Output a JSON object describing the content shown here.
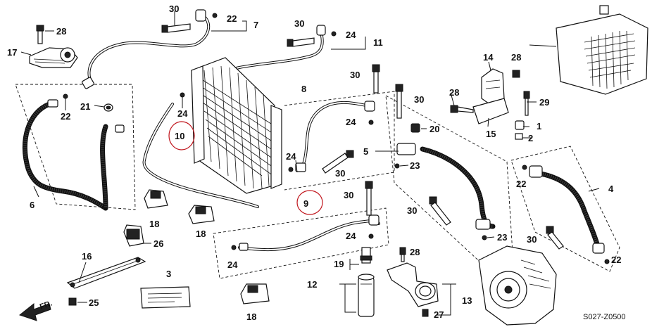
{
  "diagram_code": "S027-Z0500",
  "front_label": "FR.",
  "annotation_color": "#c0141b",
  "callouts": {
    "c1": "1",
    "c2": "2",
    "c3": "3",
    "c4": "4",
    "c5": "5",
    "c6": "6",
    "c7": "7",
    "c8": "8",
    "c9": "9",
    "c10": "10",
    "c11": "11",
    "c12": "12",
    "c13": "13",
    "c14": "14",
    "c15": "15",
    "c16": "16",
    "c17": "17",
    "c18": "18",
    "c19": "19",
    "c20": "20",
    "c21": "21",
    "c22": "22",
    "c23": "23",
    "c24": "24",
    "c25": "25",
    "c26": "26",
    "c27": "27",
    "c28": "28",
    "c29": "29",
    "c30": "30"
  }
}
